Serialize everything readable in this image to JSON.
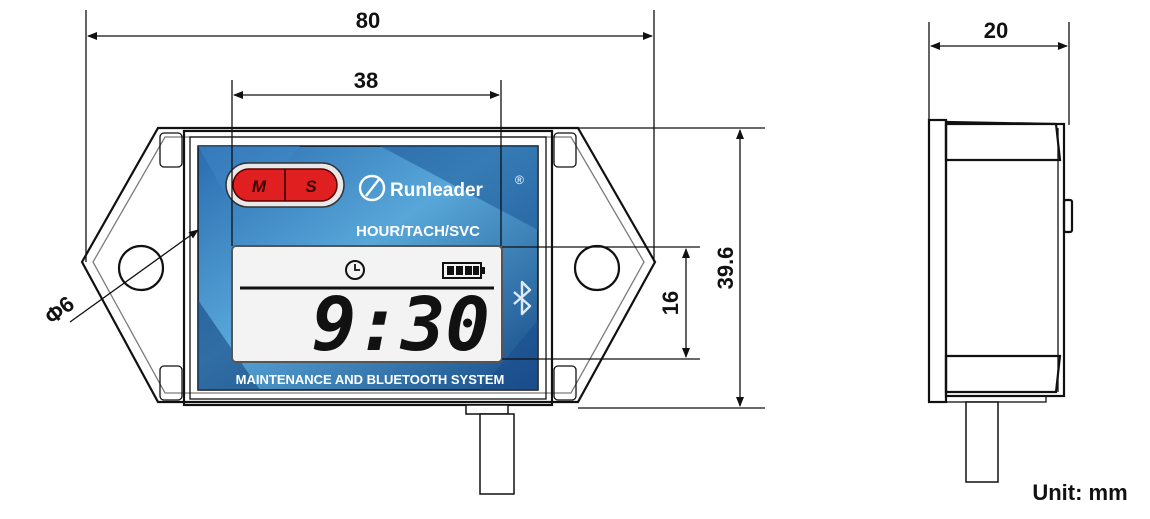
{
  "dimensions": {
    "overall_width": "80",
    "screen_width": "38",
    "mount_hole": "Φ6",
    "lcd_height": "16",
    "overall_height": "39.6",
    "depth": "20"
  },
  "device": {
    "brand": "Runleader",
    "registered_mark": "®",
    "model_line": "HOUR/TACH/SVC",
    "button_m": "M",
    "button_s": "S",
    "display_time": "9:30",
    "footer_text": "MAINTENANCE AND BLUETOOTH SYSTEM",
    "icons": [
      "clock-icon",
      "battery-icon",
      "bluetooth-icon",
      "runleader-logo-icon"
    ]
  },
  "unit_label": "Unit: mm",
  "colors": {
    "panel_blue": "#1f5f9e",
    "panel_light": "#5aa9da",
    "button_red": "#e02020",
    "lcd_bg": "#f3f3f3"
  }
}
